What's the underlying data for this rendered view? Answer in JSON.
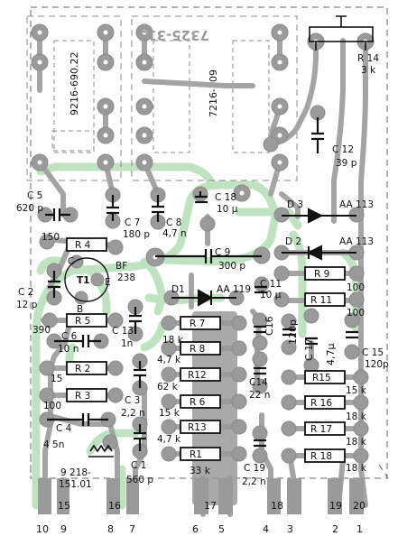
{
  "board_id": "7325-315",
  "relays": [
    {
      "part": "9216-690.22"
    },
    {
      "part": "7216-209"
    }
  ],
  "resistors": [
    {
      "ref": "R 4"
    },
    {
      "ref": "R 5"
    },
    {
      "ref": "R 2"
    },
    {
      "ref": "R 3"
    },
    {
      "ref": "R 7"
    },
    {
      "ref": "R 8"
    },
    {
      "ref": "R12"
    },
    {
      "ref": "R 6"
    },
    {
      "ref": "R13"
    },
    {
      "ref": "R1"
    },
    {
      "ref": "R 9"
    },
    {
      "ref": "R 11"
    },
    {
      "ref": "R15"
    },
    {
      "ref": "R 16"
    },
    {
      "ref": "R 17"
    },
    {
      "ref": "R 18"
    }
  ],
  "labels": [
    {
      "text": "R 14"
    },
    {
      "text": "3 k"
    },
    {
      "text": "C 12"
    },
    {
      "text": "39 p"
    },
    {
      "text": "C 5"
    },
    {
      "text": "620 p"
    },
    {
      "text": "C 7"
    },
    {
      "text": "180 p"
    },
    {
      "text": "C 8"
    },
    {
      "text": "4,7 n"
    },
    {
      "text": "C 18"
    },
    {
      "text": "10 µ"
    },
    {
      "text": "D 3"
    },
    {
      "text": "AA 113"
    },
    {
      "text": "D 2"
    },
    {
      "text": "AA 113"
    },
    {
      "text": "150"
    },
    {
      "text": "C 9"
    },
    {
      "text": "300 p"
    },
    {
      "text": "BF"
    },
    {
      "text": "238"
    },
    {
      "text": "C"
    },
    {
      "text": "E"
    },
    {
      "text": "B"
    },
    {
      "text": "T1"
    },
    {
      "text": "C 2"
    },
    {
      "text": "12 p"
    },
    {
      "text": "D1"
    },
    {
      "text": "AA 119"
    },
    {
      "text": "C 11"
    },
    {
      "text": "10 µ"
    },
    {
      "text": "100"
    },
    {
      "text": "390"
    },
    {
      "text": "C 13"
    },
    {
      "text": "1n"
    },
    {
      "text": "C 6"
    },
    {
      "text": "10 n"
    },
    {
      "text": "18 k"
    },
    {
      "text": "4,7 k"
    },
    {
      "text": "62 k"
    },
    {
      "text": "15 k"
    },
    {
      "text": "4,7 k"
    },
    {
      "text": "33 k"
    },
    {
      "text": "C16"
    },
    {
      "text": "120p"
    },
    {
      "text": "C 17"
    },
    {
      "text": "4,7µ"
    },
    {
      "text": "C 15"
    },
    {
      "text": "120p"
    },
    {
      "text": "100"
    },
    {
      "text": "15"
    },
    {
      "text": "100"
    },
    {
      "text": "C 3"
    },
    {
      "text": "2,2 n"
    },
    {
      "text": "C14"
    },
    {
      "text": "22 n"
    },
    {
      "text": "15 k"
    },
    {
      "text": "18 k"
    },
    {
      "text": "18 k"
    },
    {
      "text": "18 k"
    },
    {
      "text": "C 4"
    },
    {
      "text": "4 5n"
    },
    {
      "text": "9 218-"
    },
    {
      "text": "151.01"
    },
    {
      "text": "C 1"
    },
    {
      "text": "560 p"
    },
    {
      "text": "C 19"
    },
    {
      "text": "2,2 n"
    }
  ],
  "pins": [
    "10",
    "15",
    "9",
    "16",
    "8",
    "7",
    "17",
    "6",
    "5",
    "18",
    "4",
    "3",
    "19",
    "2",
    "20",
    "1"
  ]
}
